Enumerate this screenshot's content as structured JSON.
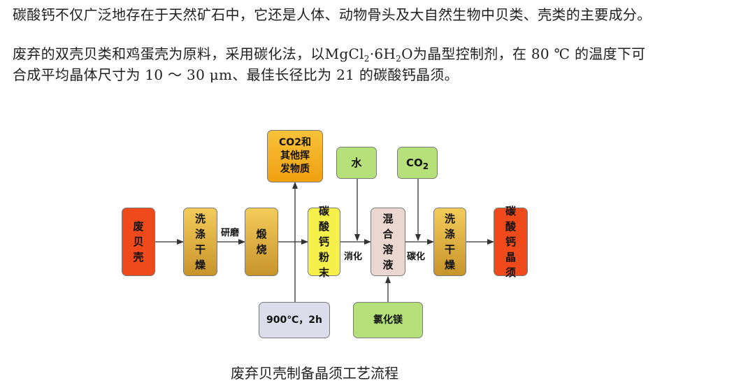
{
  "intro": {
    "line1": "碳酸钙不仅广泛地存在于天然矿石中，它还是人体、动物骨头及大自然生物中贝类、壳类的主要成分。",
    "line2_a": "废弃的双壳贝类和鸡蛋壳为原料，采用碳化法，以",
    "line2_formula_a": "MgCl",
    "line2_formula_sub_a": "2",
    "line2_formula_b": "·6H",
    "line2_formula_sub_b": "2",
    "line2_formula_c": "O",
    "line2_b": "为晶型控制剂，在",
    "line2_temp": "80 ℃",
    "line2_c": "的温度下可",
    "line3_a": "合成平均晶体尺寸为",
    "line3_size": "10 ～ 30 μm",
    "line3_b": "、最佳长径比为",
    "line3_ratio": "21",
    "line3_c": "的碳酸钙晶须。"
  },
  "diagram": {
    "nodes": {
      "waste_shell": "废贝壳",
      "wash_dry_1": "洗涤干燥",
      "calcine": "煅烧",
      "caco3_powder": "碳酸钙粉末",
      "mixed_solution": "混合溶液",
      "wash_dry_2": "洗涤干燥",
      "caco3_whisker": "碳酸钙晶须",
      "co2_volatiles": "CO2和其他挥发物质",
      "water": "水",
      "co2": "CO",
      "co2_sub": "2",
      "condition": "900℃，2h",
      "mgcl2": "氯化镁"
    },
    "labels": {
      "grind": "研磨",
      "digest": "消化",
      "carbonize": "碳化"
    },
    "colors": {
      "red": "#ee4a1c",
      "tan": "#e0b33f",
      "yellow": "#f6f04a",
      "pink": "#ead7d0",
      "green": "#b5e07a",
      "orange": "#f5b21d",
      "gray": "#dcdcea"
    }
  },
  "caption": "废弃贝壳制备晶须工艺流程"
}
